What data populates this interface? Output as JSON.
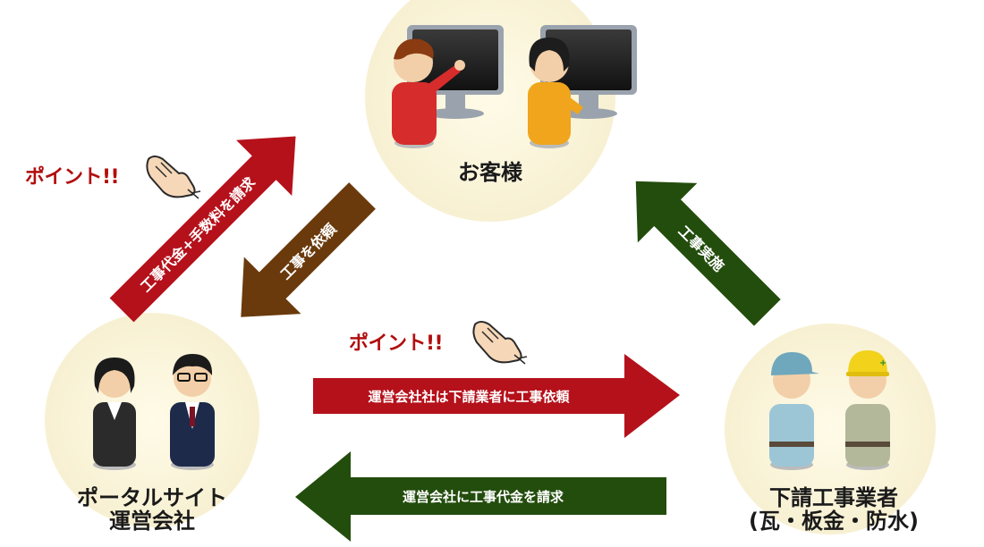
{
  "nodes": {
    "customer": {
      "label": "お客様"
    },
    "portal": {
      "line1": "ポータルサイト",
      "line2": "運営会社"
    },
    "contractor": {
      "line1": "下請工事業者",
      "line2": "(瓦・板金・防水)"
    }
  },
  "arrows": {
    "bill_customer": "工事代金+手数料を請求",
    "order_portal": "工事を依頼",
    "construction": "工事実施",
    "subcontract": "運営会社社は下請業者に工事依頼",
    "bill_portal": "運営会社に工事代金を請求"
  },
  "callouts": {
    "point_left": "ポイント!!",
    "point_center": "ポイント!!"
  },
  "colors": {
    "red": "#b5111b",
    "brown": "#6a3a0c",
    "green": "#234d0d",
    "circle": "#fbf6de",
    "point": "#b10f0f"
  }
}
